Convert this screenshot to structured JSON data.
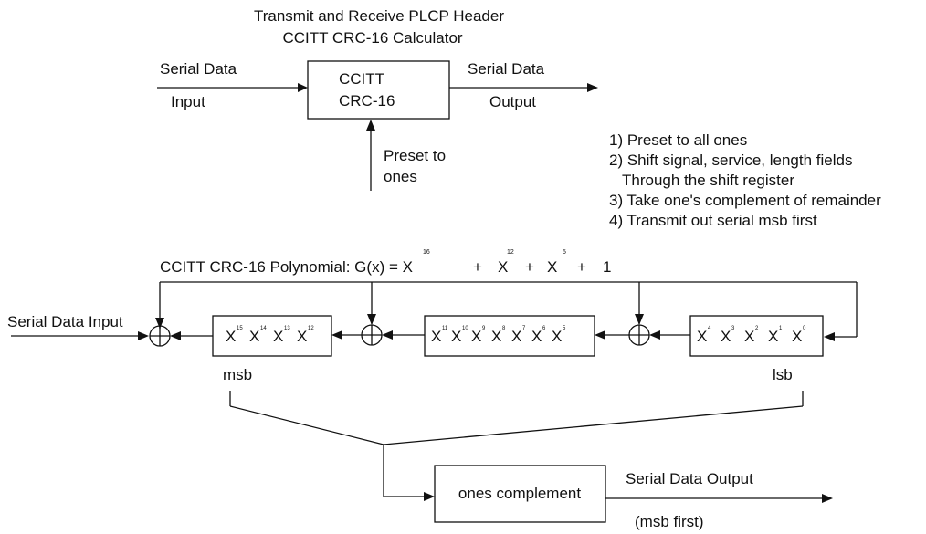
{
  "title": {
    "line1": "Transmit and Receive PLCP Header",
    "line2": "CCITT CRC-16 Calculator"
  },
  "top_block": {
    "input_label_1": "Serial Data",
    "input_label_2": "Input",
    "box_line1": "CCITT",
    "box_line2": "CRC-16",
    "output_label_1": "Serial Data",
    "output_label_2": "Output",
    "preset_line1": "Preset to",
    "preset_line2": "ones"
  },
  "steps": [
    "1) Preset to all ones",
    "2) Shift signal, service, length fields",
    "Through the shift register",
    "3) Take one's complement of remainder",
    "4) Transmit out serial msb first"
  ],
  "polynomial": {
    "prefix": "CCITT CRC-16 Polynomial: G(x) = X",
    "exp1": "16",
    "plus1": "+",
    "x2": "X",
    "exp2": "12",
    "plus2": "+",
    "x3": "X",
    "exp3": "5",
    "plus3": "+",
    "one": "1"
  },
  "register": {
    "serial_input": "Serial Data Input",
    "msb": "msb",
    "lsb": "lsb",
    "box1_exponents": [
      "15",
      "14",
      "13",
      "12"
    ],
    "box2_exponents": [
      "11",
      "10",
      "9",
      "8",
      "7",
      "6",
      "5"
    ],
    "box3_exponents": [
      "4",
      "3",
      "2",
      "1",
      "0"
    ],
    "x_letter": "X"
  },
  "bottom": {
    "complement_label": "ones complement",
    "output_label": "Serial Data Output",
    "msb_first": "(msb first)"
  }
}
